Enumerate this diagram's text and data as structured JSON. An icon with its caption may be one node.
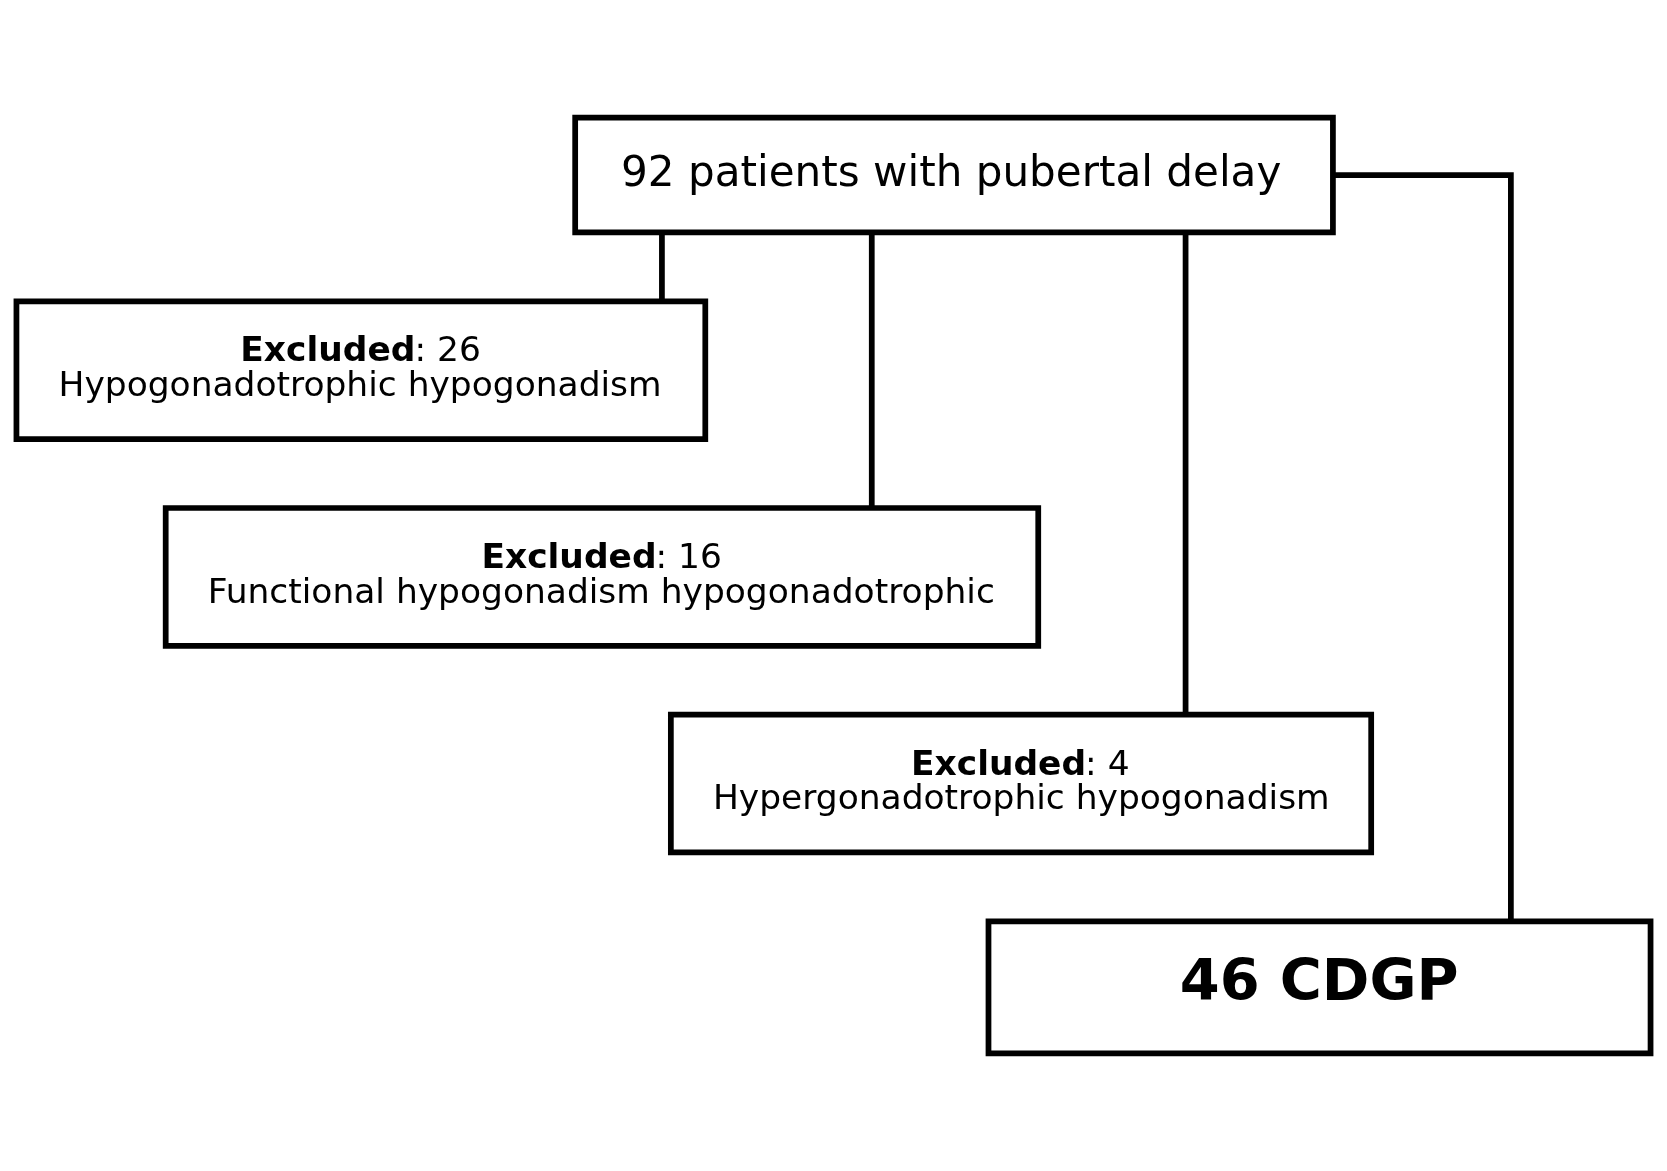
{
  "diagram": {
    "nodes": [
      {
        "text": [
          "92 patients with pubertal delay"
        ]
      },
      {
        "text": [
          "**Excluded**: 26",
          "Hypogonadotrophic hypogonadism"
        ]
      },
      {
        "text": [
          "**Excluded**: 16",
          "Functional hypogonadism hypogonadotrophic"
        ]
      },
      {
        "text": [
          "**Excluded**: 4",
          "Hypergonadotrophic hypogonadism"
        ]
      },
      {
        "text": [
          "46 CDGP"
        ]
      }
    ],
    "edges": [
      {
        "from": 0,
        "to": 1,
        "arrow": "none"
      },
      {
        "from": 0,
        "to": 2,
        "arrow": "none"
      },
      {
        "from": 0,
        "to": 3,
        "arrow": "none"
      },
      {
        "from": 0,
        "to": 4,
        "arrow": "none"
      }
    ]
  }
}
